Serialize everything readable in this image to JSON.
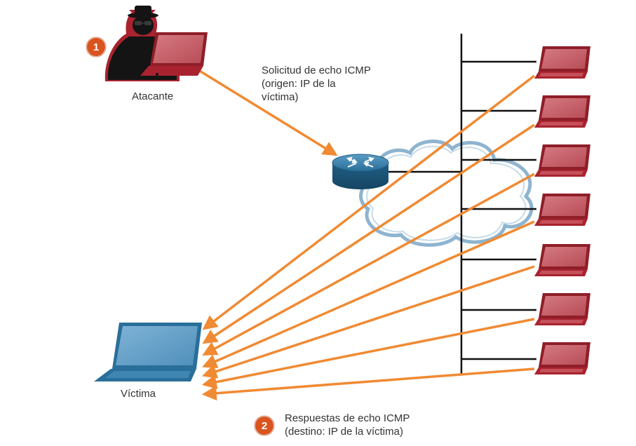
{
  "labels": {
    "attacker": "Atacante",
    "victim": "Víctima",
    "request_line1": "Solicitud de echo ICMP",
    "request_line2": "(origen: IP de la",
    "request_line3": "víctima)",
    "reply_line1": "Respuestas de echo ICMP",
    "reply_line2": "(destino: IP de la víctima)"
  },
  "badges": {
    "step1": "1",
    "step2": "2"
  },
  "icons": {
    "attacker": "hooded-attacker-with-laptop-icon",
    "victim": "victim-laptop-icon",
    "router": "router-icon",
    "cloud": "network-cloud-icon",
    "hosts": "laptop-icon"
  },
  "colors": {
    "arrow": "#f08a33",
    "badge": "#d9541e",
    "laptop_red": "#a8232f",
    "laptop_red_screen": "#c55a63",
    "victim_laptop": "#2a6f9a",
    "router": "#1f5f86",
    "cloud_outline": "#8eb4cf",
    "bus": "#111111"
  },
  "hosts_count_label": "",
  "flows": {
    "request": "attacker-to-router",
    "replies": "hosts-to-victim"
  }
}
